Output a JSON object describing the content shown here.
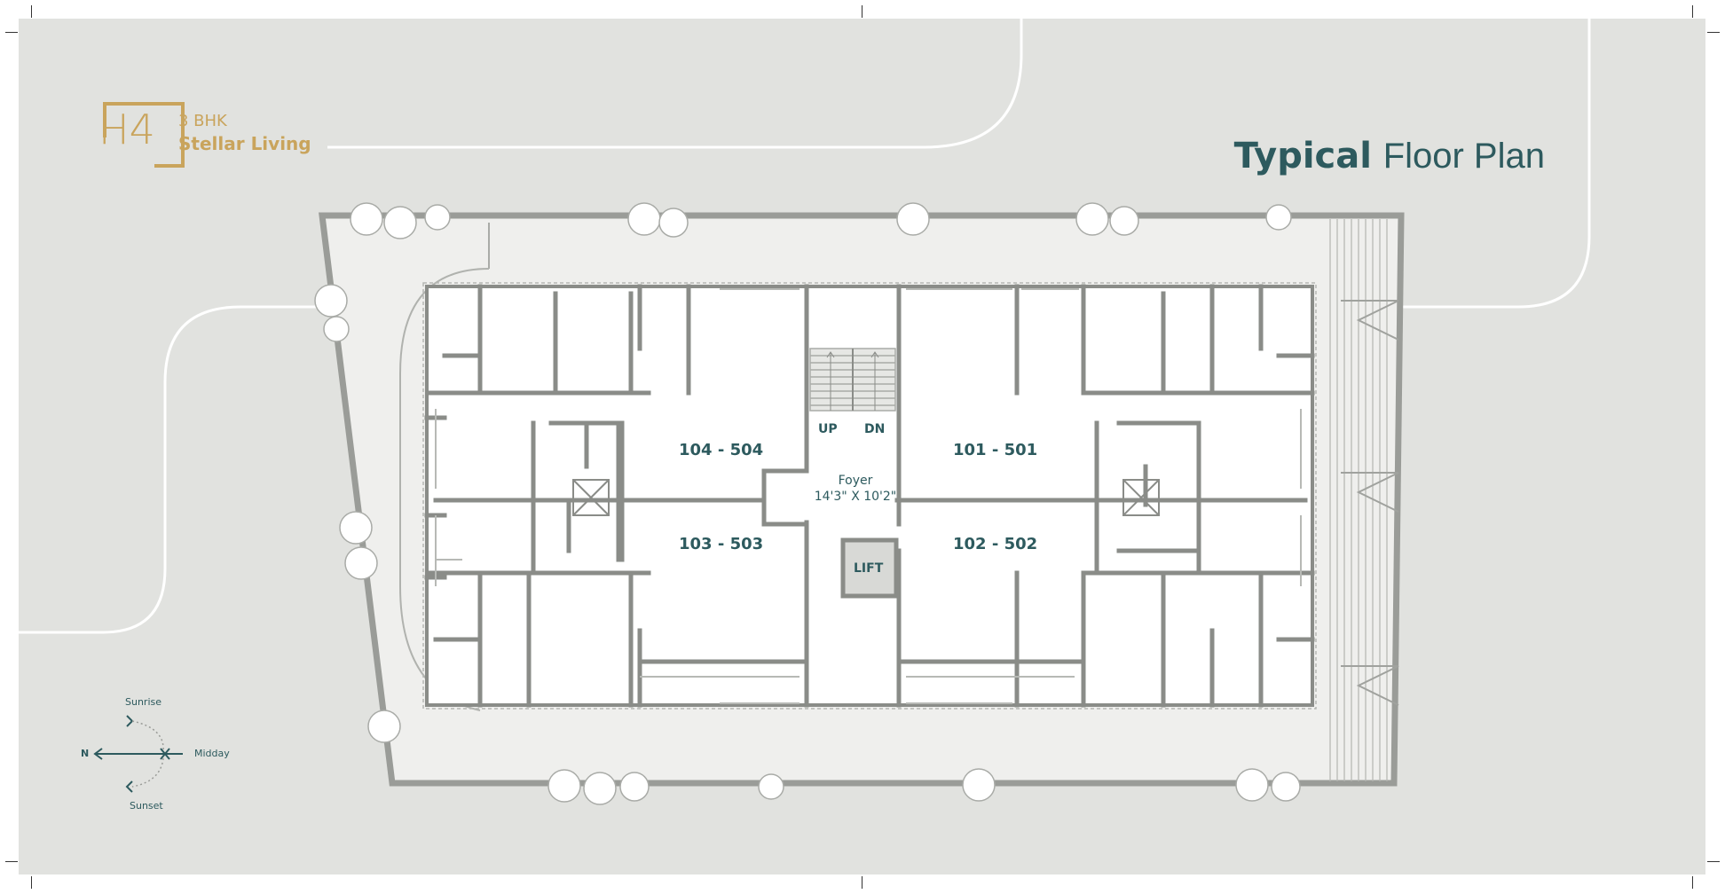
{
  "brand": {
    "logo_text": "H4",
    "subtitle": "3 BHK",
    "tagline": "Stellar Living"
  },
  "title": {
    "bold": "Typical",
    "light": "Floor Plan"
  },
  "units": {
    "top_left": "104 - 504",
    "top_right": "101 - 501",
    "bottom_left": "103 - 503",
    "bottom_right": "102 - 502"
  },
  "stairs": {
    "up": "UP",
    "down": "DN"
  },
  "foyer": {
    "name": "Foyer",
    "size": "14'3\" X 10'2\""
  },
  "lift": {
    "label": "LIFT"
  },
  "compass": {
    "north": "N",
    "sunrise": "Sunrise",
    "midday": "Midday",
    "sunset": "Sunset"
  },
  "colors": {
    "background": "#e1e2df",
    "wall": "#8a8c88",
    "accent_gold": "#c9a45c",
    "accent_teal": "#2d5a5e"
  }
}
